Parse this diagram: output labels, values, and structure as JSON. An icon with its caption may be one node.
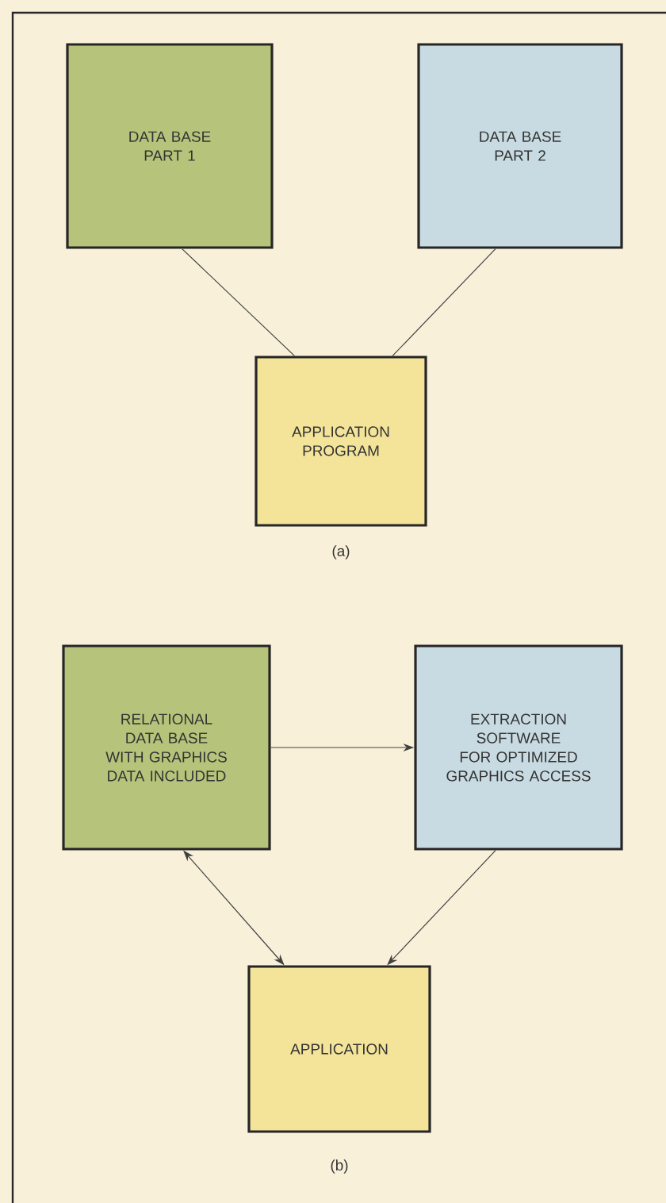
{
  "diagram": {
    "nodes": [
      {
        "text": [
          "DATA BASE PART 1"
        ]
      },
      {
        "text": [
          "DATA BASE PART 2"
        ]
      },
      {
        "text": [
          "APPLICATION PROGRAM"
        ]
      },
      {
        "text": [
          "RELATIONAL DATA BASE WITH GRAPHICS DATA INCLUDED"
        ]
      },
      {
        "text": [
          "EXTRACTION SOFTWARE FOR OPTIMIZED GRAPHICS ACCESS"
        ]
      },
      {
        "text": [
          "APPLICATION"
        ]
      }
    ],
    "edges": [
      {
        "from": 0,
        "to": 2,
        "arrow": "none"
      },
      {
        "from": 1,
        "to": 2,
        "arrow": "none"
      },
      {
        "from": 3,
        "to": 4,
        "arrow": "to"
      },
      {
        "from": 3,
        "to": 5,
        "arrow": "both"
      },
      {
        "from": 4,
        "to": 5,
        "arrow": "to"
      }
    ],
    "labels": [
      "(a)",
      "(b)"
    ]
  }
}
